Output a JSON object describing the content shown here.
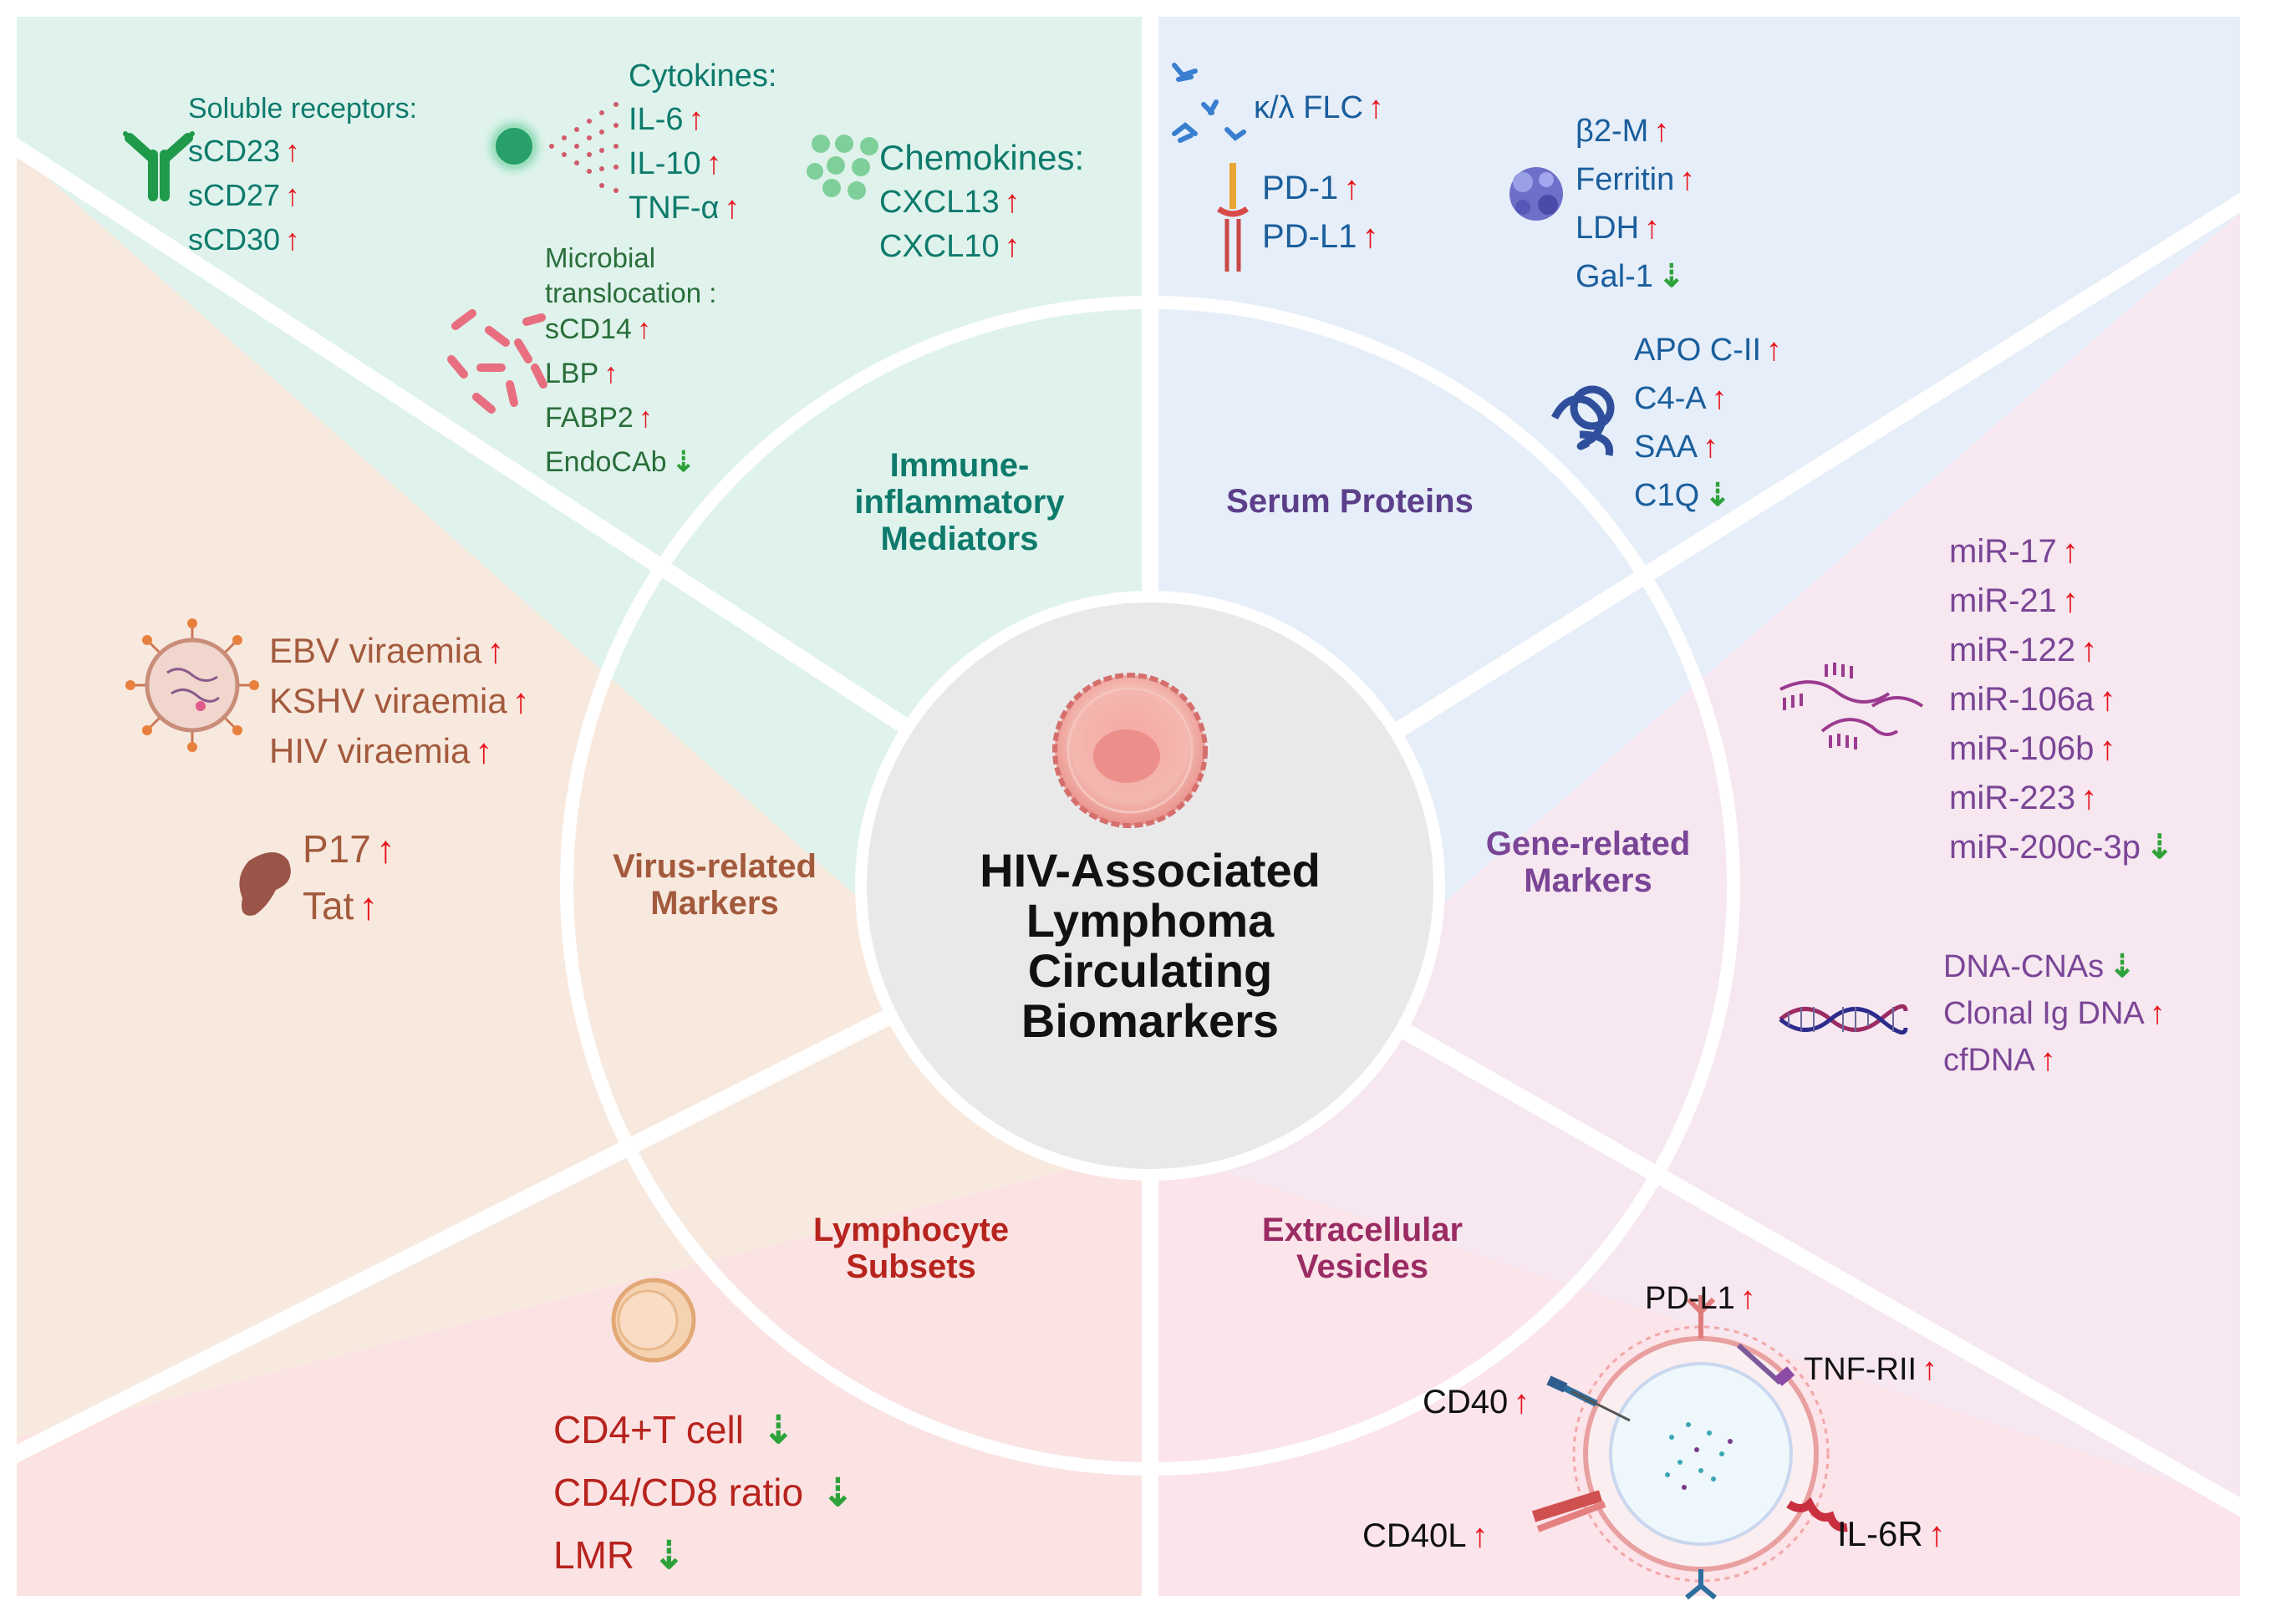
{
  "center": {
    "lines": [
      "HIV-Associated",
      "Lymphoma",
      "Circulating",
      "Biomarkers"
    ]
  },
  "colors": {
    "immune": "#0e7a6c",
    "serum_text": "#1a5e9c",
    "serum_label": "#5c3f8a",
    "gene": "#7a4596",
    "virus": "#a35a3c",
    "lymph": "#b7231d",
    "ev": "#9a2b63",
    "up": "#e8141c",
    "down": "#2ea23a"
  },
  "arrows": {
    "up": "↑",
    "down": "⇣"
  },
  "immune": {
    "label": [
      "Immune-",
      "inflammatory",
      "Mediators"
    ],
    "soluble_heading": "Soluble receptors:",
    "soluble": [
      {
        "name": "sCD23",
        "dir": "up"
      },
      {
        "name": "sCD27",
        "dir": "up"
      },
      {
        "name": "sCD30",
        "dir": "up"
      }
    ],
    "cytokines_heading": "Cytokines:",
    "cytokines": [
      {
        "name": "IL-6",
        "dir": "up"
      },
      {
        "name": "IL-10",
        "dir": "up"
      },
      {
        "name": "TNF-α",
        "dir": "up"
      }
    ],
    "chemokines_heading": "Chemokines:",
    "chemokines": [
      {
        "name": "CXCL13",
        "dir": "up"
      },
      {
        "name": "CXCL10",
        "dir": "up"
      }
    ],
    "microbial_heading": [
      "Microbial",
      "translocation :"
    ],
    "microbial": [
      {
        "name": "sCD14",
        "dir": "up"
      },
      {
        "name": "LBP",
        "dir": "up"
      },
      {
        "name": "FABP2",
        "dir": "up"
      },
      {
        "name": "EndoCAb",
        "dir": "down"
      }
    ]
  },
  "serum": {
    "label": "Serum Proteins",
    "group1": [
      {
        "name": "κ/λ FLC",
        "dir": "up"
      }
    ],
    "group2": [
      {
        "name": "PD-1",
        "dir": "up"
      },
      {
        "name": "PD-L1",
        "dir": "up"
      }
    ],
    "group3": [
      {
        "name": "β2-M",
        "dir": "up"
      },
      {
        "name": "Ferritin",
        "dir": "up"
      },
      {
        "name": "LDH",
        "dir": "up"
      },
      {
        "name": "Gal-1",
        "dir": "down"
      }
    ],
    "group4": [
      {
        "name": "APO C-II",
        "dir": "up"
      },
      {
        "name": "C4-A",
        "dir": "up"
      },
      {
        "name": "SAA",
        "dir": "up"
      },
      {
        "name": "C1Q",
        "dir": "down"
      }
    ]
  },
  "gene": {
    "label": [
      "Gene-related",
      "Markers"
    ],
    "mirna": [
      {
        "name": "miR-17",
        "dir": "up"
      },
      {
        "name": "miR-21",
        "dir": "up"
      },
      {
        "name": "miR-122",
        "dir": "up"
      },
      {
        "name": "miR-106a",
        "dir": "up"
      },
      {
        "name": "miR-106b",
        "dir": "up"
      },
      {
        "name": "miR-223",
        "dir": "up"
      },
      {
        "name": "miR-200c-3p",
        "dir": "down"
      }
    ],
    "dna": [
      {
        "name": "DNA-CNAs",
        "dir": "down"
      },
      {
        "name": "Clonal Ig DNA",
        "dir": "up"
      },
      {
        "name": "cfDNA",
        "dir": "up"
      }
    ]
  },
  "virus": {
    "label": [
      "Virus-related",
      "Markers"
    ],
    "viraemia": [
      {
        "name": "EBV viraemia",
        "dir": "up"
      },
      {
        "name": "KSHV viraemia",
        "dir": "up"
      },
      {
        "name": "HIV viraemia",
        "dir": "up"
      }
    ],
    "proteins": [
      {
        "name": "P17",
        "dir": "up"
      },
      {
        "name": "Tat",
        "dir": "up"
      }
    ]
  },
  "lymph": {
    "label": [
      "Lymphocyte",
      "Subsets"
    ],
    "items": [
      {
        "name": "CD4+T cell",
        "dir": "down"
      },
      {
        "name": "CD4/CD8 ratio",
        "dir": "down"
      },
      {
        "name": "LMR",
        "dir": "down"
      }
    ]
  },
  "ev": {
    "label": [
      "Extracellular",
      "Vesicles"
    ],
    "items": [
      {
        "name": "PD-L1",
        "dir": "up"
      },
      {
        "name": "TNF-RII",
        "dir": "up"
      },
      {
        "name": "CD40",
        "dir": "up"
      },
      {
        "name": "CD40L",
        "dir": "up"
      },
      {
        "name": "IL-6R",
        "dir": "up"
      }
    ]
  }
}
